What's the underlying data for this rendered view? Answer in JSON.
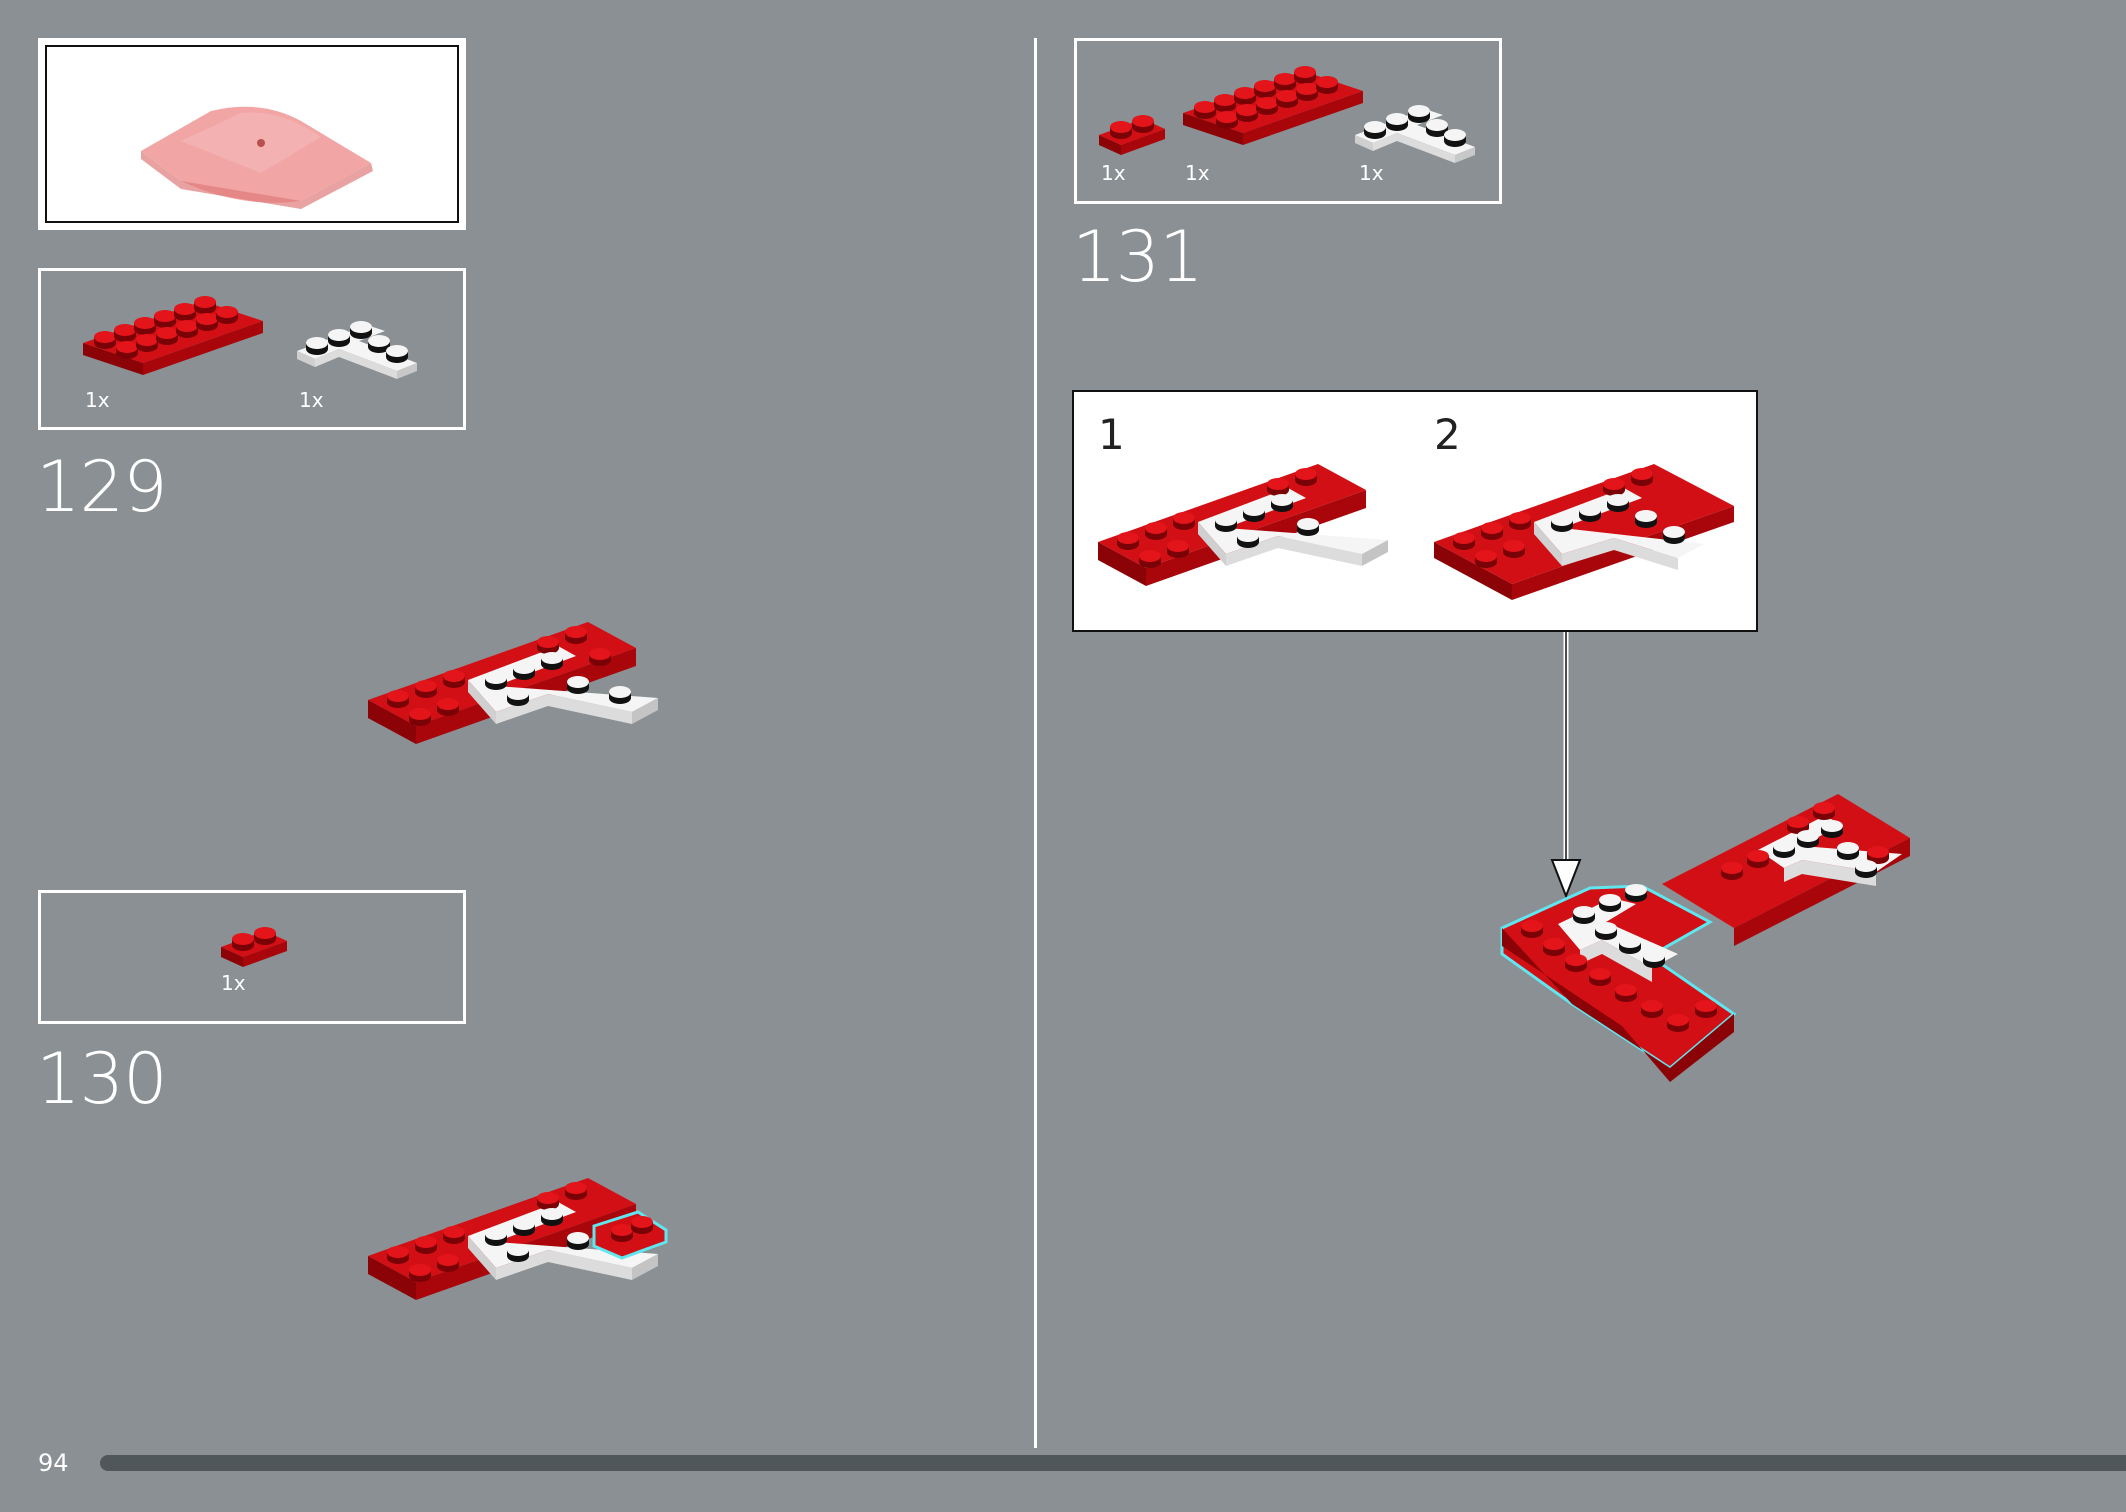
{
  "page": {
    "number": "94"
  },
  "steps": {
    "s129": {
      "number": "129",
      "parts": [
        {
          "qty": "1x",
          "part": "red-plate-2x6"
        },
        {
          "qty": "1x",
          "part": "white-corner-plate"
        }
      ]
    },
    "s130": {
      "number": "130",
      "parts": [
        {
          "qty": "1x",
          "part": "red-plate-1x2"
        }
      ]
    },
    "s131": {
      "number": "131",
      "parts": [
        {
          "qty": "1x",
          "part": "red-plate-1x2"
        },
        {
          "qty": "1x",
          "part": "red-plate-2x6"
        },
        {
          "qty": "1x",
          "part": "white-corner-plate"
        }
      ],
      "substeps": [
        {
          "label": "1"
        },
        {
          "label": "2"
        }
      ]
    }
  },
  "colors": {
    "background": "#8a9093",
    "brick_red": "#c8090f",
    "brick_white": "#f2f2f2",
    "highlight": "#5fe6ef"
  }
}
